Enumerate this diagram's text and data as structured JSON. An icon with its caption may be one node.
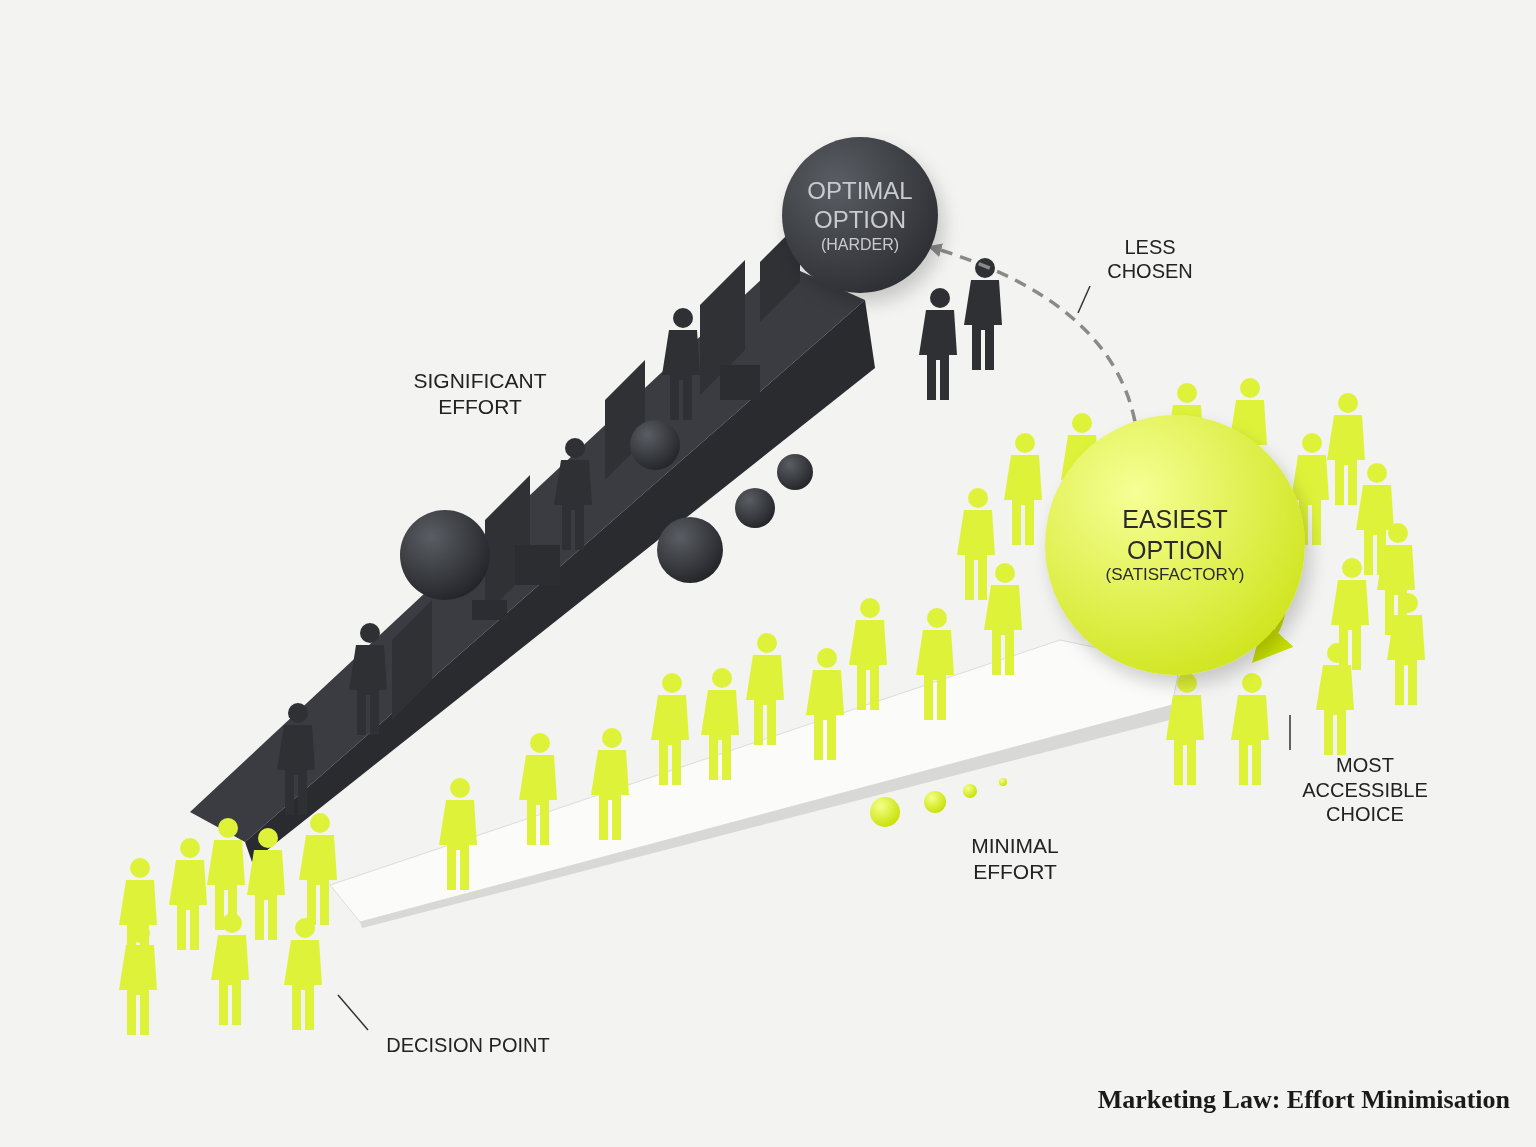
{
  "diagram": {
    "caption": "Marketing Law: Effort Minimisation",
    "nodes": [
      {
        "text": [
          "OPTIMAL OPTION",
          "(HARDER)"
        ]
      },
      {
        "text": [
          "EASIEST OPTION",
          "(SATISFACTORY)"
        ]
      },
      {
        "text": [
          "LESS CHOSEN"
        ]
      },
      {
        "text": [
          "MOST ACCESSIBLE CHOICE"
        ]
      },
      {
        "text": [
          "DECISION POINT"
        ]
      }
    ],
    "edges": [
      {
        "from": 1,
        "to": 0,
        "arrow": "to",
        "style": "dashed",
        "color": "#8a8a8a"
      },
      {
        "from": 2,
        "to": null,
        "arrow": "none"
      },
      {
        "from": 3,
        "to": null,
        "arrow": "none"
      },
      {
        "from": 4,
        "to": null,
        "arrow": "none"
      }
    ],
    "labels": [
      "SIGNIFICANT EFFORT",
      "MINIMAL EFFORT"
    ]
  }
}
